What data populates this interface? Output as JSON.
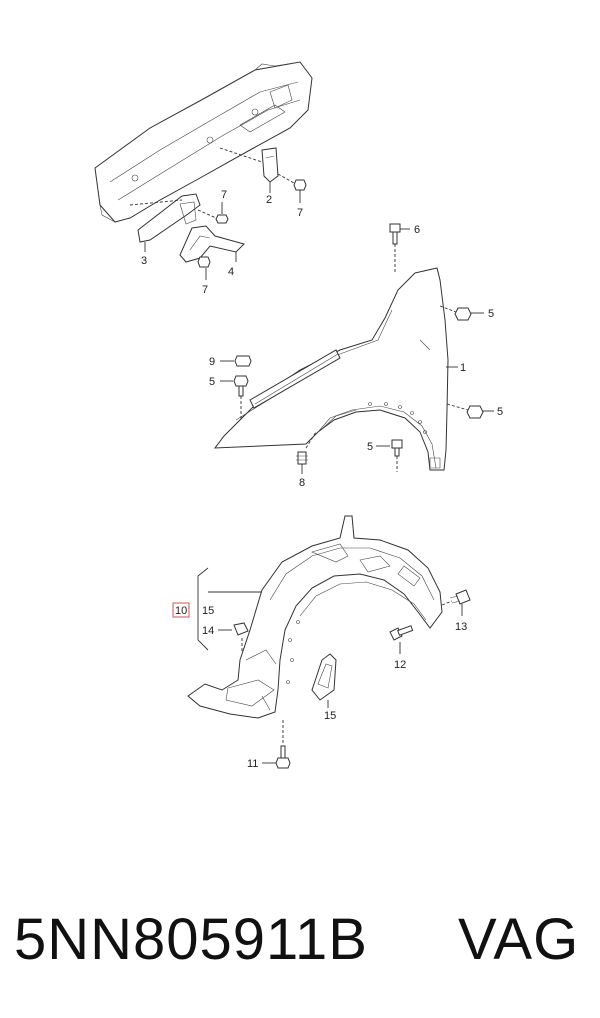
{
  "footer": {
    "part_number": "5NN805911B",
    "brand": "VAG"
  },
  "callouts": {
    "c1": "1",
    "c2": "2",
    "c3": "3",
    "c4": "4",
    "c5a": "5",
    "c5b": "5",
    "c5c": "5",
    "c5d": "5",
    "c6": "6",
    "c7a": "7",
    "c7b": "7",
    "c7c": "7",
    "c8": "8",
    "c9": "9",
    "c10": "10",
    "c11": "11",
    "c12": "12",
    "c13": "13",
    "c14": "14",
    "c15a": "15",
    "c15b": "15"
  },
  "colors": {
    "highlight": "#d9534f",
    "line": "#333333"
  }
}
